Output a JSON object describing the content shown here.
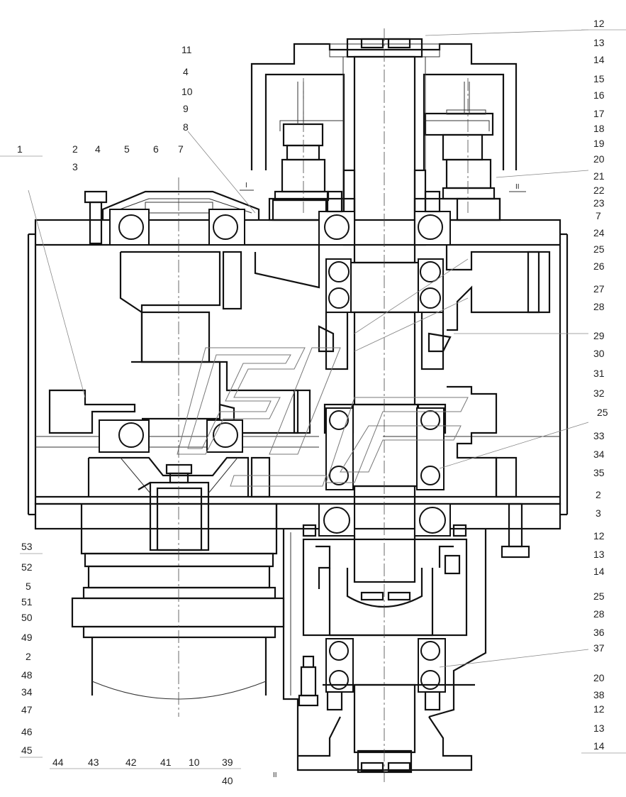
{
  "callouts_left": [
    "1",
    "2",
    "3",
    "4",
    "5",
    "6",
    "7"
  ],
  "callouts_top": [
    "11",
    "4",
    "10",
    "9",
    "8"
  ],
  "callouts_right": [
    "12",
    "13",
    "14",
    "15",
    "16",
    "17",
    "18",
    "19",
    "20",
    "21",
    "22",
    "23",
    "7",
    "24",
    "25",
    "26",
    "27",
    "28",
    "29",
    "30",
    "31",
    "32",
    "25",
    "33",
    "34",
    "35",
    "2",
    "3",
    "12",
    "13",
    "14",
    "25",
    "28",
    "36",
    "37",
    "20",
    "38",
    "12",
    "13",
    "14"
  ],
  "callouts_left_bottom": [
    "53",
    "52",
    "5",
    "51",
    "50",
    "49",
    "2",
    "48",
    "34",
    "47",
    "46",
    "45"
  ],
  "callouts_bottom": [
    "44",
    "43",
    "42",
    "41",
    "10",
    "39",
    "40"
  ],
  "section_marks": [
    "I",
    "II",
    "II"
  ],
  "colors": {
    "line": "#111111",
    "background": "#ffffff",
    "leader": "#999999"
  }
}
